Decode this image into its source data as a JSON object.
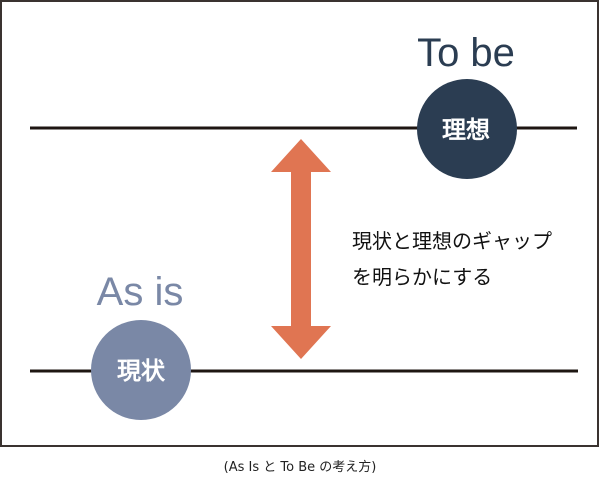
{
  "diagram": {
    "to_be_label": "To be",
    "ideal_label": "理想",
    "as_is_label": "As is",
    "current_label": "現状",
    "gap_text_line1": "現状と理想のギャップ",
    "gap_text_line2": "を明らかにする",
    "arrow_icon": "double-arrow-vertical-icon"
  },
  "caption": "(As Is と To Be の考え方)",
  "colors": {
    "ideal_circle": "#2b3d52",
    "current_circle": "#7a88a6",
    "arrow": "#e07552",
    "line": "#1e1612",
    "frame": "#3a3330"
  }
}
